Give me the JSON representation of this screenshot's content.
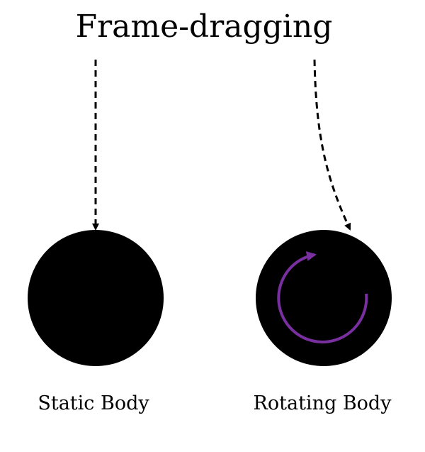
{
  "title": "Frame-dragging",
  "bodies": [
    {
      "label": "Static Body",
      "rotating": false
    },
    {
      "label": "Rotating Body",
      "rotating": true
    }
  ],
  "colors": {
    "background": "#ffffff",
    "body_fill": "#000000",
    "arrow": "#000000",
    "rotation_arrow": "#7a2fa0"
  }
}
